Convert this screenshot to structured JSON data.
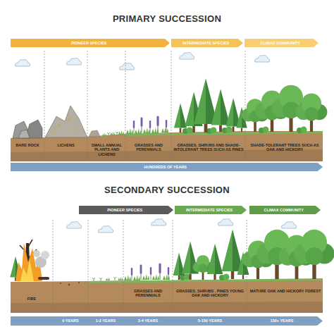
{
  "diagram": {
    "nodes": [
      {
        "text": [
          "PIONEER SPECIES"
        ]
      },
      {
        "text": [
          "INTERMEDIATE SPECIES"
        ]
      },
      {
        "text": [
          "CLIMAX COMMUNITY"
        ]
      },
      {
        "text": [
          "HUNDREDS OF YEARS"
        ]
      },
      {
        "text": [
          "PIONEER SPECIES"
        ]
      },
      {
        "text": [
          "INTERMEDIATE SPECIES"
        ]
      },
      {
        "text": [
          "CLIMAX COMMUNITY"
        ]
      },
      {
        "text": [
          "0 YEARS",
          "1-2 YEARS",
          "3-4 YEARS",
          "5-150 YEARS",
          "150+ YEARS"
        ]
      }
    ],
    "labels": [
      "PRIMARY SUCCESSION",
      "BARE ROCK",
      "LICHENS",
      "SMALL ANNUAL PLANTS AND LICHENS",
      "GRASSES AND PERENNIALS",
      "GRASSES, SHRUBS AND SHADE-INTOLERANT TREES SUCH AS PINES",
      "SHADE-TOLERANT TREES SUCH AS OAK AND HICKORY",
      "SECONDARY SUCCESSION",
      "FIRE",
      "GRASSES AND PERENNIALS",
      "GRASSES, SHRUBS , PINES YOUNG OAK AND HICKORY",
      "MATURE OAK AND HICKORY FOREST"
    ]
  }
}
